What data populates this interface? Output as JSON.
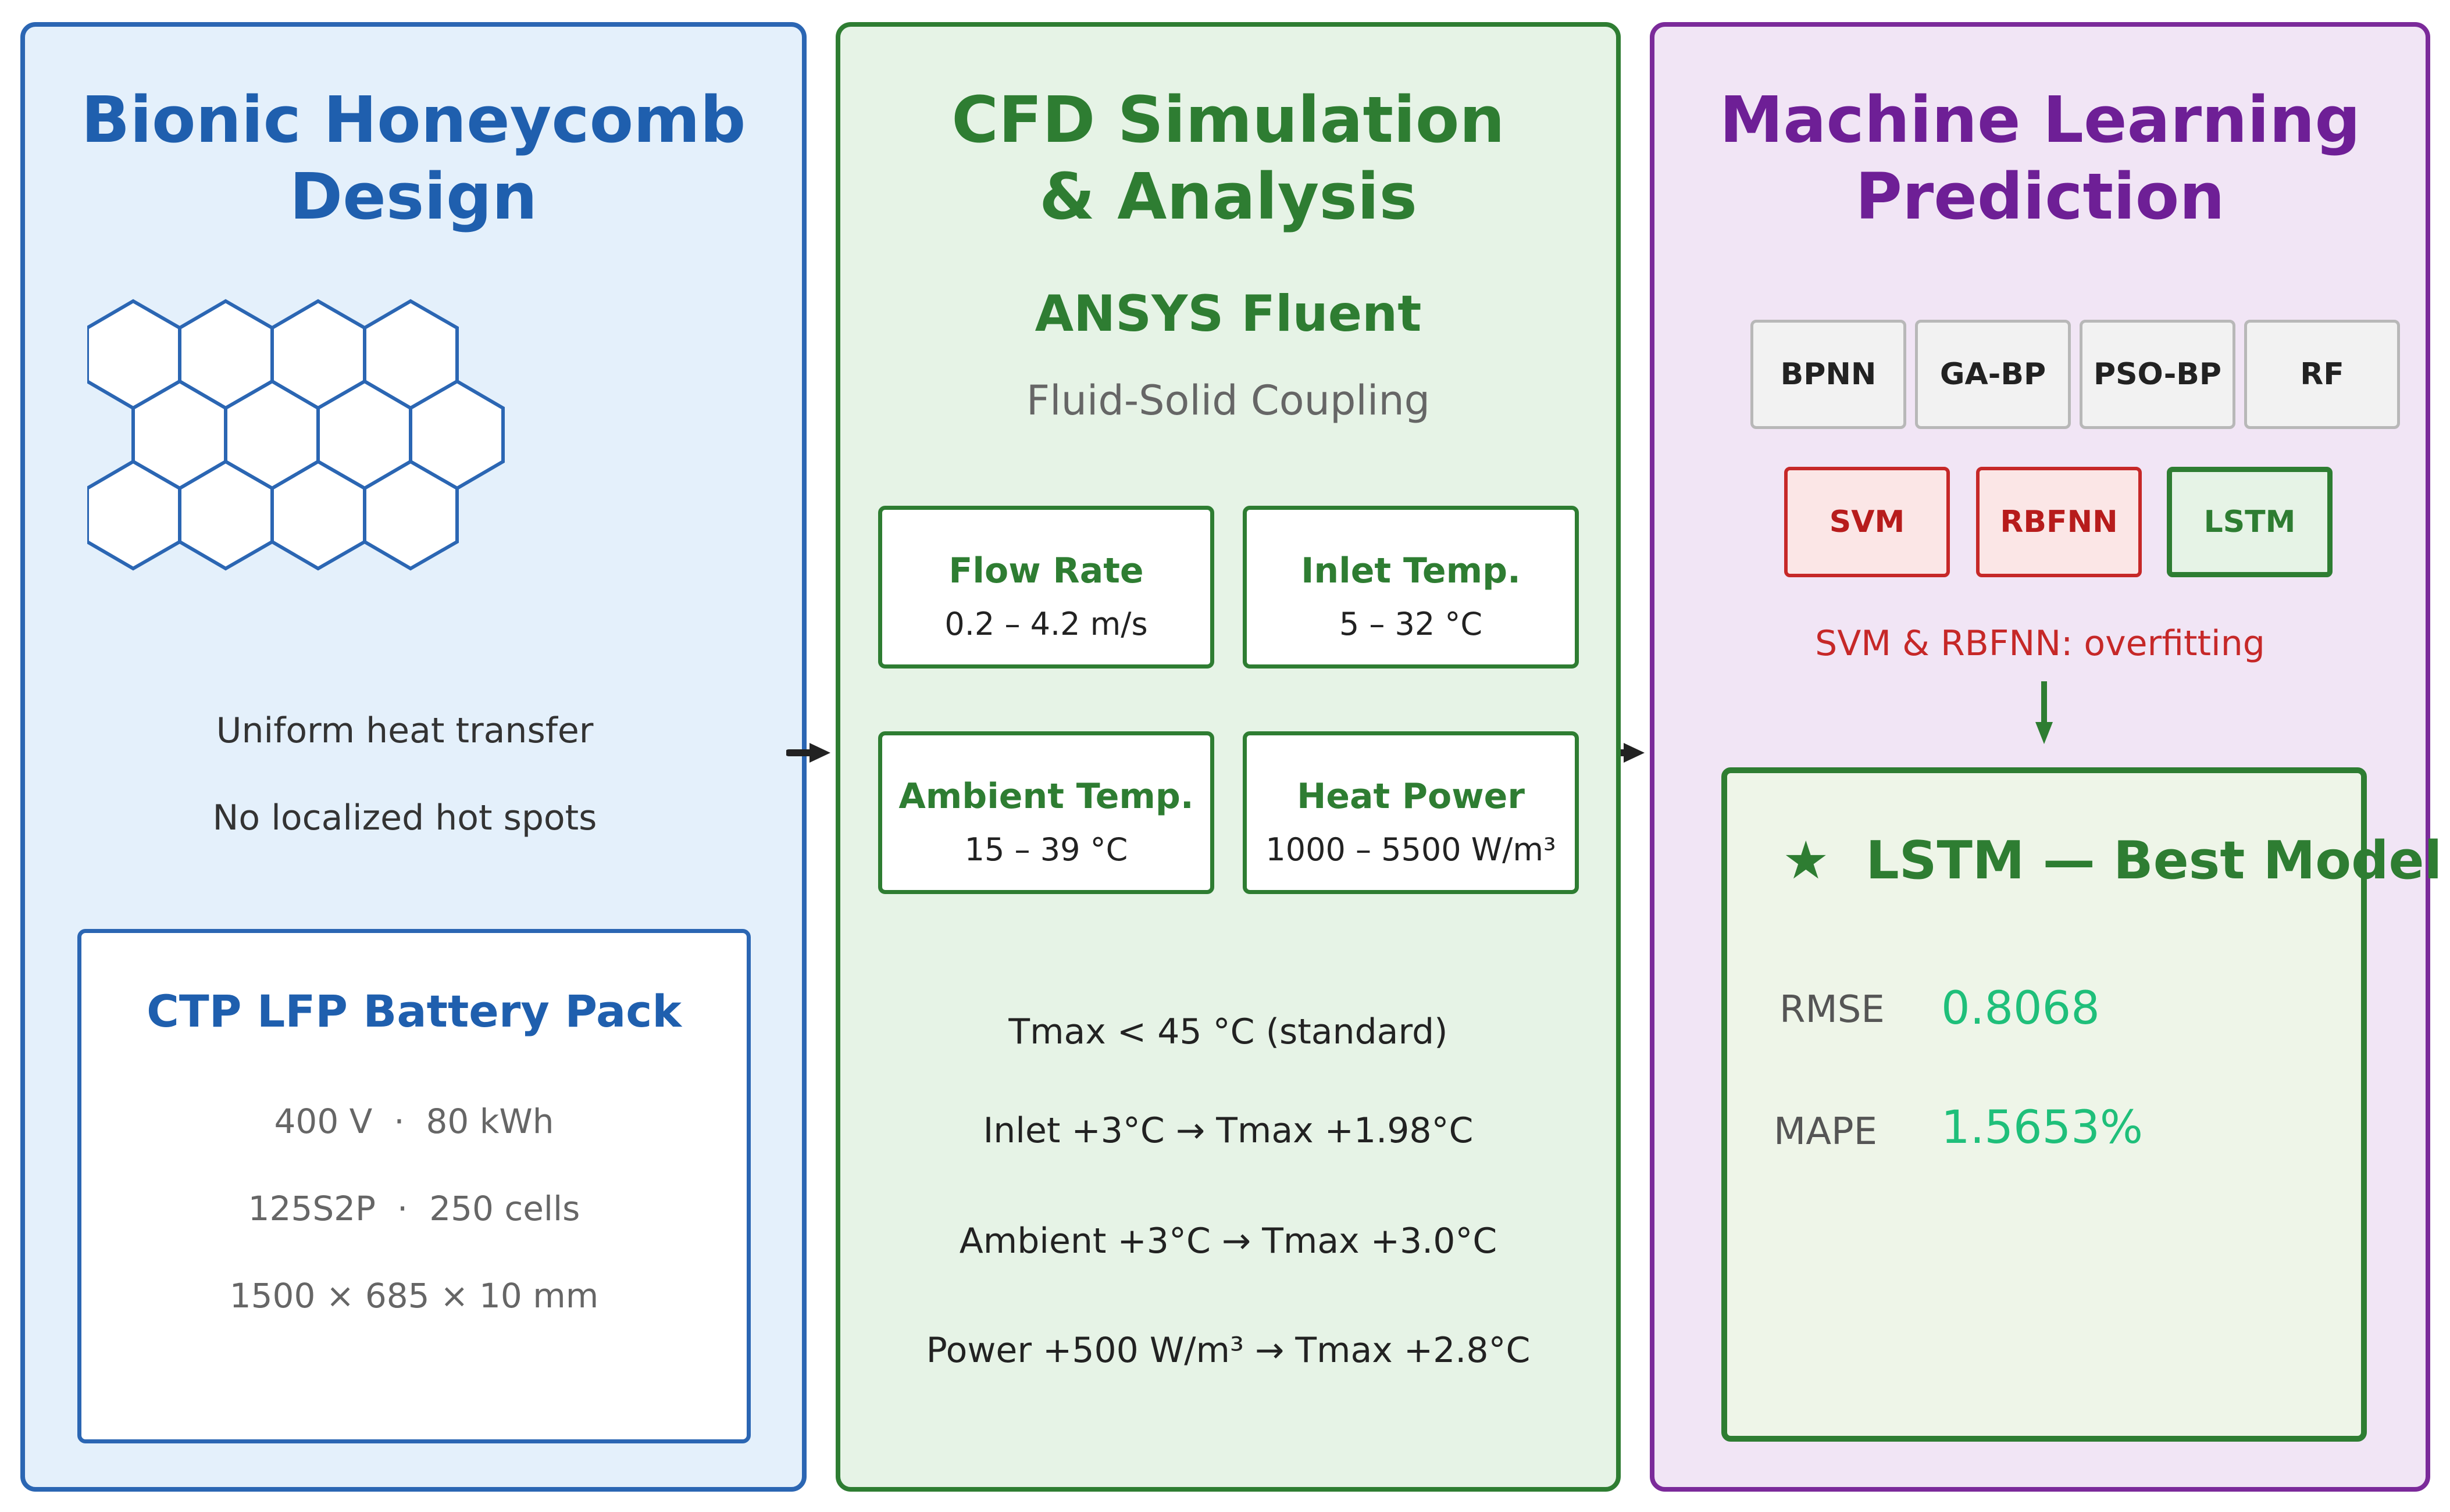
{
  "design": {
    "title_line1": "Bionic Honeycomb",
    "title_line2": "Design",
    "feature1": "Uniform heat transfer",
    "feature2": "No localized hot spots",
    "pack": {
      "title": "CTP LFP Battery Pack",
      "spec1": "400 V  ·  80 kWh",
      "spec2": "125S2P  ·  250 cells",
      "spec3": "1500 × 685 × 10 mm"
    }
  },
  "cfd": {
    "title_line1": "CFD Simulation",
    "title_line2": "& Analysis",
    "software": "ANSYS Fluent",
    "method": "Fluid-Solid Coupling",
    "params": [
      {
        "label": "Flow Rate",
        "value": "0.2 – 4.2 m/s"
      },
      {
        "label": "Inlet Temp.",
        "value": "5 – 32 °C"
      },
      {
        "label": "Ambient Temp.",
        "value": "15 – 39 °C"
      },
      {
        "label": "Heat Power",
        "value": "1000 – 5500 W/m³"
      }
    ],
    "findings": [
      "Tmax < 45 °C (standard)",
      "Inlet +3°C → Tmax +1.98°C",
      "Ambient +3°C → Tmax +3.0°C",
      "Power +500 W/m³ → Tmax +2.8°C"
    ]
  },
  "ml": {
    "title_line1": "Machine Learning",
    "title_line2": "Prediction",
    "models_row1": [
      "BPNN",
      "GA-BP",
      "PSO-BP",
      "RF"
    ],
    "models_row2": [
      "SVM",
      "RBFNN",
      "LSTM"
    ],
    "overfit_note": "SVM & RBFNN: overfitting",
    "best": {
      "title": "★  LSTM — Best Model",
      "metrics": [
        {
          "name": "RMSE",
          "value": "0.8068"
        },
        {
          "name": "MAPE",
          "value": "1.5653%"
        }
      ]
    }
  },
  "colors": {
    "blue": "#1f5fae",
    "green": "#2e7d32",
    "purple": "#6e1f96",
    "red": "#c62828",
    "teal_value": "#1fbf7a"
  }
}
